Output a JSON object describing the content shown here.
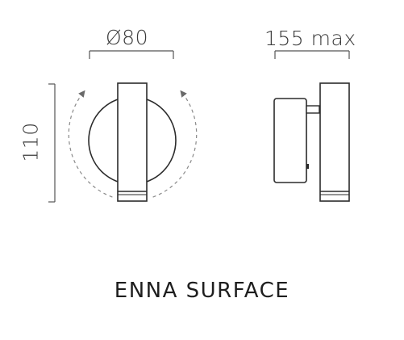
{
  "dimensions": {
    "diameter_label": "Ø80",
    "projection_label": "155 max",
    "height_label": "110"
  },
  "product": {
    "name": "ENNA SURFACE"
  },
  "colors": {
    "line": "#2b2b2b",
    "dimension_line": "#555555",
    "dashed_arc": "#8a8a8a",
    "arrow": "#6a6a6a",
    "text": "#1e1e1e"
  }
}
